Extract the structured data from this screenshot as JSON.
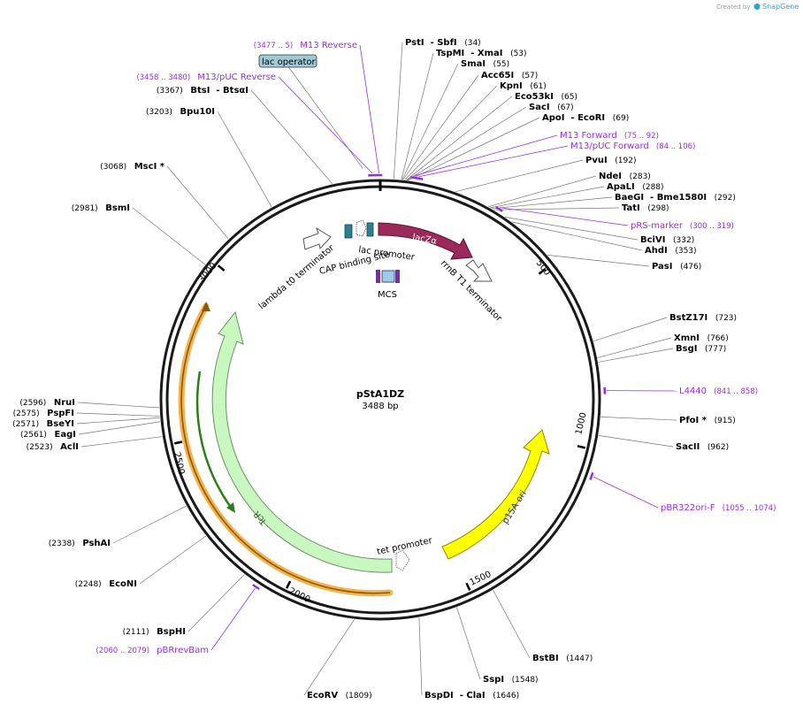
{
  "app": {
    "credit_text": "Created by",
    "credit_brand": "SnapGene"
  },
  "plasmid": {
    "name": "pStA1DZ",
    "length_label": "3488 bp",
    "length_bp": 3488
  },
  "colors": {
    "enzyme_text": "#000000",
    "primer": "#9b2be0",
    "lacZ": "#9b2a5a",
    "p15A": "#ffff00",
    "TcR": "#c8f7c0",
    "orange_feature": "#f5b14c",
    "lac_operator_fill": "#9fc9d4",
    "backbone": "#1a1a1a"
  },
  "ticks": [
    {
      "label": "500",
      "bp": 500
    },
    {
      "label": "1000",
      "bp": 1000
    },
    {
      "label": "1500",
      "bp": 1500
    },
    {
      "label": "2000",
      "bp": 2000
    },
    {
      "label": "2500",
      "bp": 2500
    },
    {
      "label": "3000",
      "bp": 3000
    }
  ],
  "enzymes": [
    {
      "name": "PstI",
      "name2": "SbfI",
      "pos": "(34)",
      "bp": 34
    },
    {
      "name": "TspMI",
      "name2": "XmaI",
      "pos": "(53)",
      "bp": 53
    },
    {
      "name": "SmaI",
      "name2": "",
      "pos": "(55)",
      "bp": 55
    },
    {
      "name": "Acc65I",
      "name2": "",
      "pos": "(57)",
      "bp": 57
    },
    {
      "name": "KpnI",
      "name2": "",
      "pos": "(61)",
      "bp": 61
    },
    {
      "name": "Eco53kI",
      "name2": "",
      "pos": "(65)",
      "bp": 65
    },
    {
      "name": "SacI",
      "name2": "",
      "pos": "(67)",
      "bp": 67
    },
    {
      "name": "ApoI",
      "name2": "EcoRI",
      "pos": "(69)",
      "bp": 69
    },
    {
      "name": "PvuI",
      "name2": "",
      "pos": "(192)",
      "bp": 192
    },
    {
      "name": "NdeI",
      "name2": "",
      "pos": "(283)",
      "bp": 283
    },
    {
      "name": "ApaLI",
      "name2": "",
      "pos": "(288)",
      "bp": 288
    },
    {
      "name": "BaeGI",
      "name2": "Bme1580I",
      "pos": "(292)",
      "bp": 292
    },
    {
      "name": "TatI",
      "name2": "",
      "pos": "(298)",
      "bp": 298
    },
    {
      "name": "BciVI",
      "name2": "",
      "pos": "(332)",
      "bp": 332
    },
    {
      "name": "AhdI",
      "name2": "",
      "pos": "(353)",
      "bp": 353
    },
    {
      "name": "PasI",
      "name2": "",
      "pos": "(476)",
      "bp": 476
    },
    {
      "name": "BstZ17I",
      "name2": "",
      "pos": "(723)",
      "bp": 723
    },
    {
      "name": "XmnI",
      "name2": "",
      "pos": "(766)",
      "bp": 766
    },
    {
      "name": "BsgI",
      "name2": "",
      "pos": "(777)",
      "bp": 777
    },
    {
      "name": "PfoI *",
      "name2": "",
      "pos": "(915)",
      "bp": 915
    },
    {
      "name": "SacII",
      "name2": "",
      "pos": "(962)",
      "bp": 962
    },
    {
      "name": "BstBI",
      "name2": "",
      "pos": "(1447)",
      "bp": 1447
    },
    {
      "name": "SspI",
      "name2": "",
      "pos": "(1548)",
      "bp": 1548
    },
    {
      "name": "BspDI",
      "name2": "ClaI",
      "pos": "(1646)",
      "bp": 1646
    },
    {
      "name": "EcoRV",
      "name2": "",
      "pos": "(1809)",
      "bp": 1809
    },
    {
      "name": "BspHI",
      "name2": "",
      "pos": "(2111)",
      "bp": 2111
    },
    {
      "name": "EcoNI",
      "name2": "",
      "pos": "(2248)",
      "bp": 2248
    },
    {
      "name": "PshAI",
      "name2": "",
      "pos": "(2338)",
      "bp": 2338
    },
    {
      "name": "AclI",
      "name2": "",
      "pos": "(2523)",
      "bp": 2523
    },
    {
      "name": "EagI",
      "name2": "",
      "pos": "(2561)",
      "bp": 2561
    },
    {
      "name": "BseYI",
      "name2": "",
      "pos": "(2571)",
      "bp": 2571
    },
    {
      "name": "PspFI",
      "name2": "",
      "pos": "(2575)",
      "bp": 2575
    },
    {
      "name": "NruI",
      "name2": "",
      "pos": "(2596)",
      "bp": 2596
    },
    {
      "name": "BsmI",
      "name2": "",
      "pos": "(2981)",
      "bp": 2981
    },
    {
      "name": "MscI *",
      "name2": "",
      "pos": "(3068)",
      "bp": 3068
    },
    {
      "name": "Bpu10I",
      "name2": "",
      "pos": "(3203)",
      "bp": 3203
    },
    {
      "name": "BtsI",
      "name2": "BtsαI",
      "pos": "(3367)",
      "bp": 3367
    }
  ],
  "primers": [
    {
      "name": "M13 Reverse",
      "range": "(3477 .. 5)",
      "start": 3477,
      "end": 5
    },
    {
      "name": "M13/pUC Reverse",
      "range": "(3458 .. 3480)",
      "start": 3458,
      "end": 3480
    },
    {
      "name": "M13 Forward",
      "range": "(75 .. 92)",
      "start": 75,
      "end": 92
    },
    {
      "name": "M13/pUC Forward",
      "range": "(84 .. 106)",
      "start": 84,
      "end": 106
    },
    {
      "name": "pRS-marker",
      "range": "(300 .. 319)",
      "start": 300,
      "end": 319
    },
    {
      "name": "L4440",
      "range": "(841 .. 858)",
      "start": 841,
      "end": 858
    },
    {
      "name": "pBR322ori-F",
      "range": "(1055 .. 1074)",
      "start": 1055,
      "end": 1074
    },
    {
      "name": "pBRrevBam",
      "range": "(2060 .. 2079)",
      "start": 2060,
      "end": 2079
    }
  ],
  "features": {
    "lac_operator": "lac operator",
    "lacZ": "lacZα",
    "lac_promoter": "lac promoter",
    "cap_site": "CAP binding site",
    "rrnB": "rrnB T1 terminator",
    "lambda": "lambda t0 terminator",
    "mcs": "MCS",
    "p15A": "p15A ori",
    "tet_promoter": "tet promoter",
    "TcR": "TcR"
  }
}
